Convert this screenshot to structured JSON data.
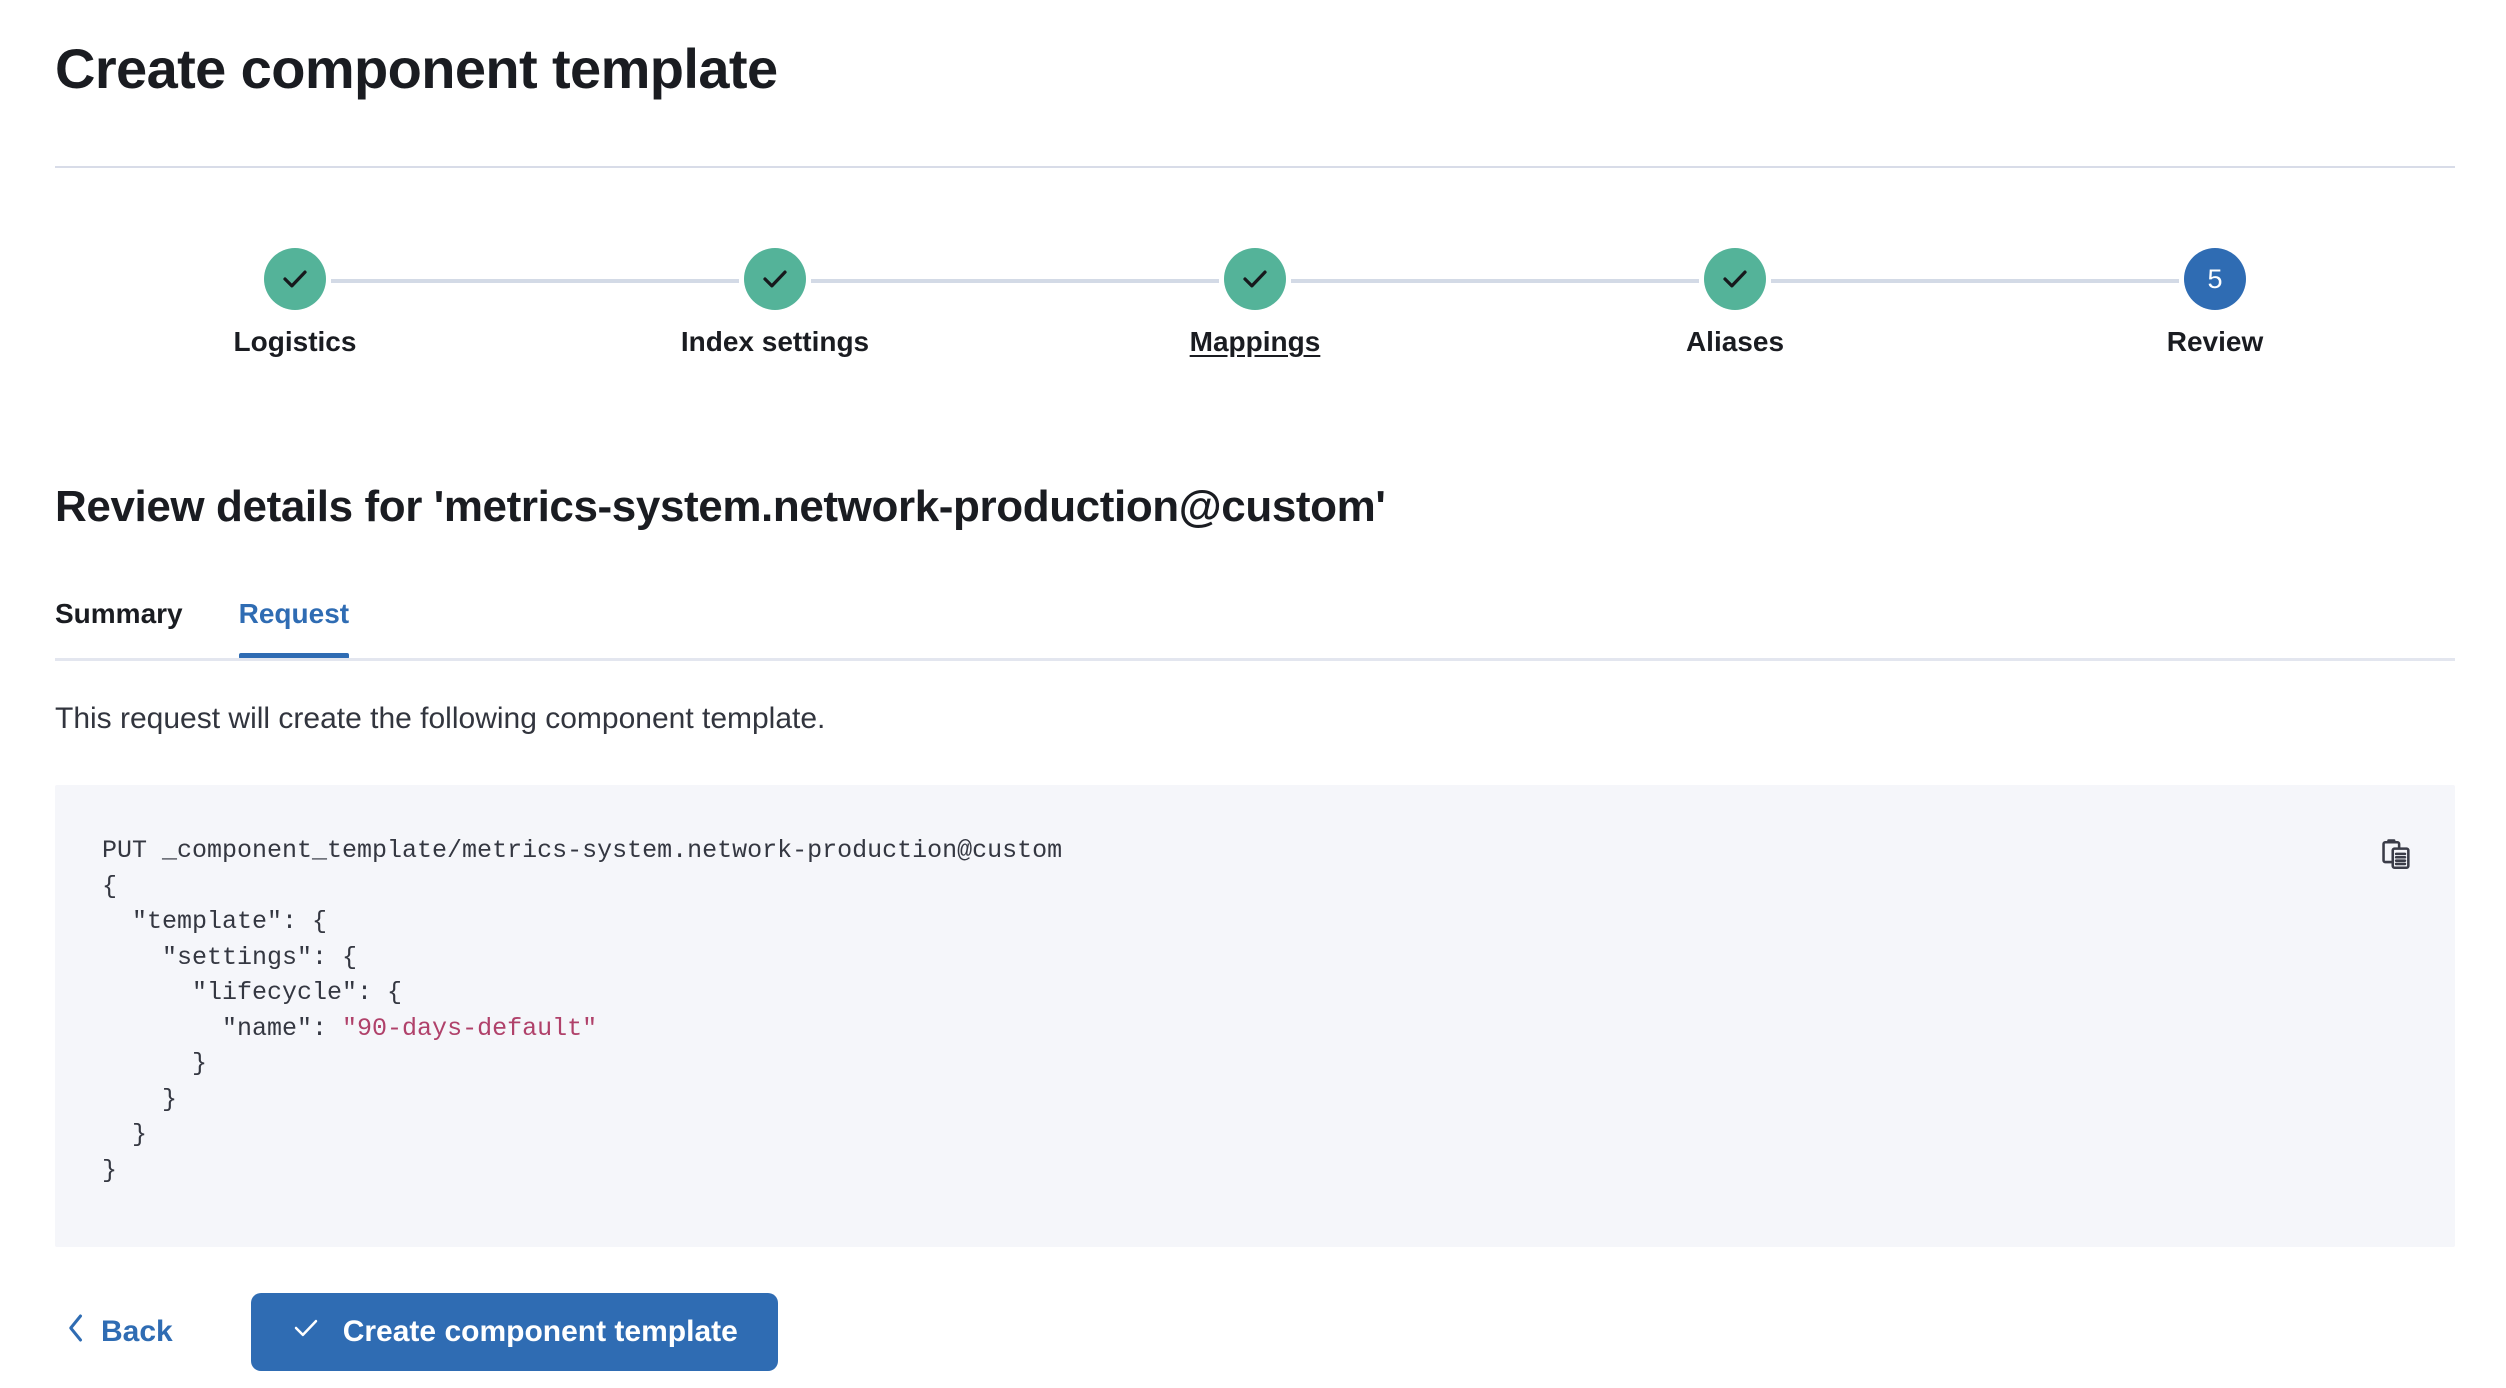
{
  "page": {
    "title": "Create component template",
    "section_heading": "Review details for 'metrics-system.network-production@custom'",
    "request_description": "This request will create the following component template."
  },
  "colors": {
    "completed_step": "#54b399",
    "current_step": "#2f6cb3",
    "accent_blue": "#2f6cb3",
    "connector": "#d3dae6",
    "code_background": "#f5f6fa",
    "code_text": "#343741",
    "code_string": "#b0416a"
  },
  "stepper": {
    "steps": [
      {
        "label": "Logistics",
        "state": "complete",
        "marker": "check",
        "underline": false
      },
      {
        "label": "Index settings",
        "state": "complete",
        "marker": "check",
        "underline": false
      },
      {
        "label": "Mappings",
        "state": "complete",
        "marker": "check",
        "underline": true
      },
      {
        "label": "Aliases",
        "state": "complete",
        "marker": "check",
        "underline": false
      },
      {
        "label": "Review",
        "state": "current",
        "marker": "5",
        "underline": false
      }
    ]
  },
  "tabs": [
    {
      "label": "Summary",
      "active": false
    },
    {
      "label": "Request",
      "active": true
    }
  ],
  "code": {
    "copy_icon": "copy-icon",
    "line_1": "PUT _component_template/metrics-system.network-production@custom",
    "line_2": "{",
    "line_3": "  \"template\": {",
    "line_4": "    \"settings\": {",
    "line_5": "      \"lifecycle\": {",
    "line_6_key": "        \"name\": ",
    "line_6_value": "\"90-days-default\"",
    "line_7": "      }",
    "line_8": "    }",
    "line_9": "  }",
    "line_10": "}"
  },
  "footer": {
    "back_label": "Back",
    "back_icon": "chevron-left-icon",
    "submit_label": "Create component template",
    "submit_icon": "check-icon"
  }
}
